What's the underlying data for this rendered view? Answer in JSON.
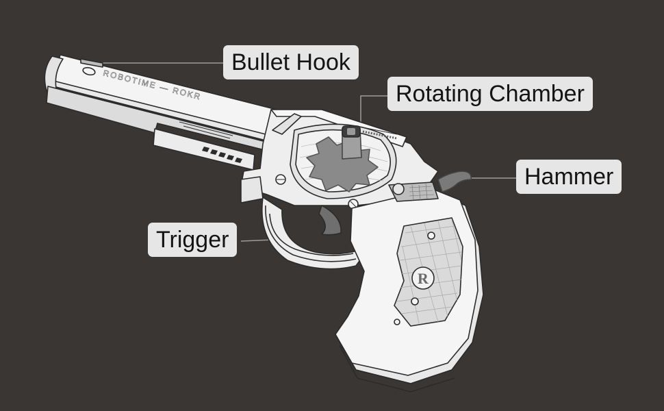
{
  "diagram": {
    "background": "#3a3634",
    "label_bg": "#e6e6e6",
    "label_text_color": "#141414",
    "model_fill": "#f4f4f4",
    "model_stroke": "#2b2b2b",
    "part_highlight": "#8a8a8a",
    "barrel_engraving": "ROBOTIME — ROKR",
    "grip_logo": "R"
  },
  "callouts": {
    "bullet_hook": "Bullet Hook",
    "rotating_chamber": "Rotating Chamber",
    "hammer": "Hammer",
    "trigger": "Trigger"
  }
}
